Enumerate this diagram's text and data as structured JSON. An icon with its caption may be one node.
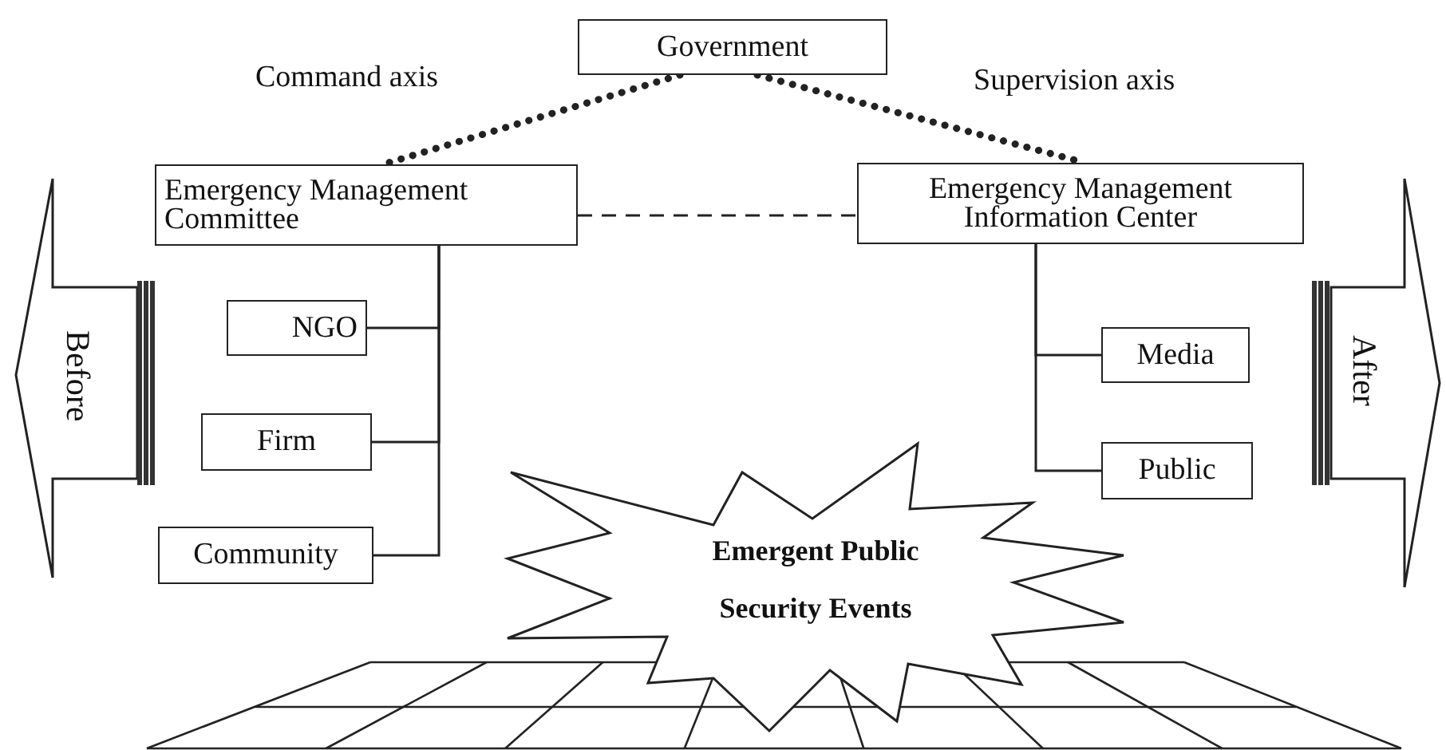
{
  "diagram": {
    "nodes": [
      {
        "text": [
          "Government"
        ]
      },
      {
        "text": [
          "Emergency Management Committee"
        ]
      },
      {
        "text": [
          "Emergency Management Information Center"
        ]
      },
      {
        "text": [
          "NGO"
        ]
      },
      {
        "text": [
          "Firm"
        ]
      },
      {
        "text": [
          "Community"
        ]
      },
      {
        "text": [
          "Media"
        ]
      },
      {
        "text": [
          "Public"
        ]
      },
      {
        "text": [
          "Before"
        ]
      },
      {
        "text": [
          "After"
        ]
      },
      {
        "text": [
          "Emergent Public Security Events"
        ]
      }
    ],
    "edges": [
      {
        "from": 0,
        "to": 1,
        "arrow": "none",
        "style": "dashed"
      },
      {
        "from": 0,
        "to": 2,
        "arrow": "none",
        "style": "dashed"
      },
      {
        "from": 1,
        "to": 2,
        "arrow": "none",
        "style": "dashed"
      },
      {
        "from": 1,
        "to": 3,
        "arrow": "none"
      },
      {
        "from": 1,
        "to": 4,
        "arrow": "none"
      },
      {
        "from": 1,
        "to": 5,
        "arrow": "none"
      },
      {
        "from": 2,
        "to": 6,
        "arrow": "none"
      },
      {
        "from": 2,
        "to": 7,
        "arrow": "none"
      }
    ],
    "labels": [
      "Command axis",
      "Supervision axis"
    ]
  }
}
